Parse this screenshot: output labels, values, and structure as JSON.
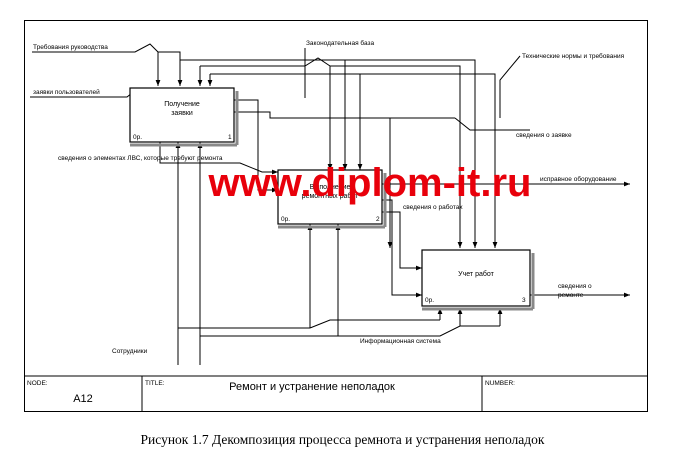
{
  "diagram": {
    "boxes": [
      {
        "title": [
          "Получение",
          "заявки"
        ],
        "cost": "0р.",
        "number": "1"
      },
      {
        "title": [
          "Выполнение",
          "ремонтных работ"
        ],
        "cost": "0р.",
        "number": "2"
      },
      {
        "title": [
          "Учет работ"
        ],
        "cost": "0р.",
        "number": "3"
      }
    ],
    "arrows": {
      "req_mgmt": "Требования руководства",
      "legislation": "Законодательная база",
      "tech_norms": "Технические нормы и требования",
      "user_requests": "заявки пользователей",
      "request_info": "сведения о заявке",
      "lan_info": "сведения о элементах ЛВС, которые требуют ремонта",
      "fixed_equipment": "исправное оборудование",
      "work_info": "сведения о работах",
      "repair_info": [
        "сведения о",
        "ремонте"
      ],
      "staff": "Сотрудники",
      "info_system": "Информационная система"
    },
    "watermark": "www.diplom-it.ru"
  },
  "title_block": {
    "node_label": "NODE:",
    "node_value": "A12",
    "title_label": "TITLE:",
    "title_value": "Ремонт и устранение  неполадок",
    "number_label": "NUMBER:"
  },
  "caption": "Рисунок 1.7 Декомпозиция процесса ремнота и устранения неполадок"
}
